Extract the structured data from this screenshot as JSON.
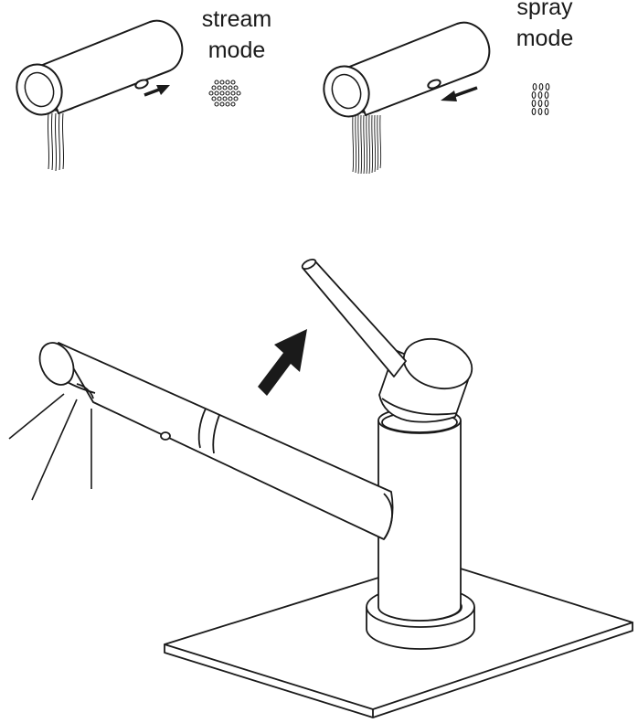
{
  "labels": {
    "stream": {
      "line1": "stream",
      "line2": "mode"
    },
    "spray": {
      "line1": "spray",
      "line2": "mode"
    }
  },
  "icons": {
    "stream_pattern": "stream-mode-nozzle-icon",
    "spray_pattern": "spray-mode-nozzle-icon",
    "arrow_push": "arrow-right-icon",
    "arrow_pull": "arrow-left-icon",
    "arrow_lift": "arrow-up-icon"
  },
  "colors": {
    "line": "#1a1a1a",
    "fill": "#ffffff"
  }
}
